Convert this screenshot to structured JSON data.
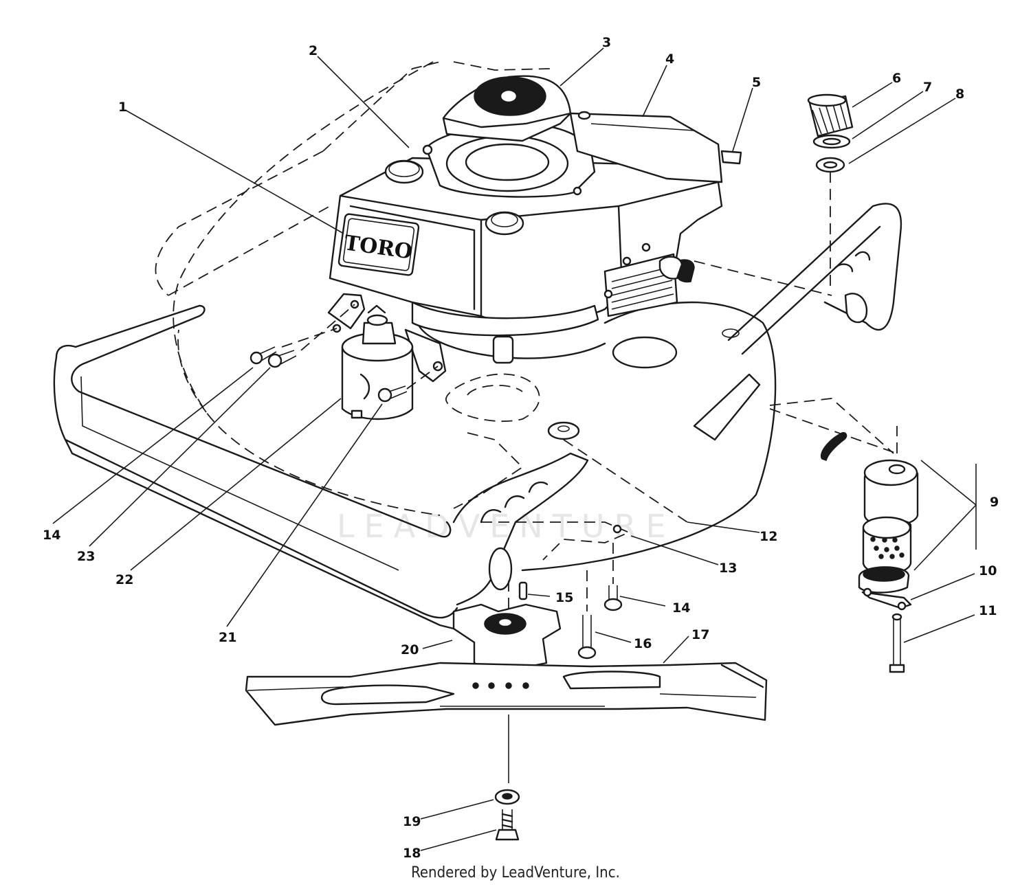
{
  "diagram": {
    "brand_text": "TORO",
    "watermark": "LEADVENTURE",
    "credit": "Rendered by LeadVenture, Inc.",
    "callouts": [
      "1",
      "2",
      "3",
      "4",
      "5",
      "6",
      "7",
      "8",
      "9",
      "10",
      "11",
      "12",
      "13",
      "14",
      "15",
      "16",
      "17",
      "18",
      "19",
      "20",
      "21",
      "22",
      "23",
      "14"
    ]
  }
}
